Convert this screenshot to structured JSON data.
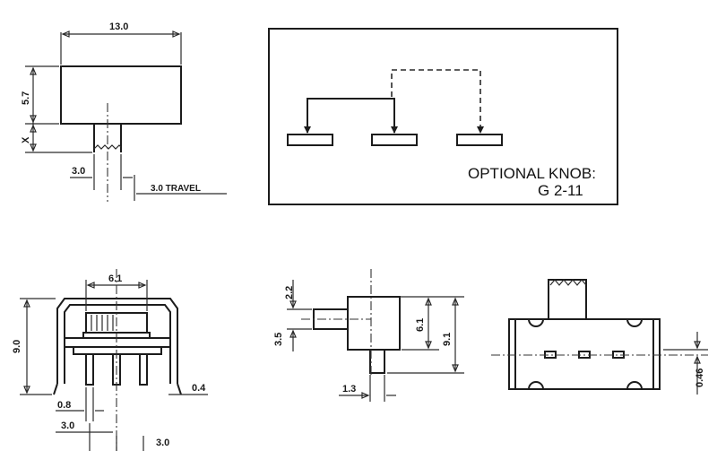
{
  "dims": {
    "width_top": "13.0",
    "height_body": "5.7",
    "x_label": "X",
    "actuator_w": "3.0",
    "travel": "3.0 TRAVEL",
    "front_w": "6.1",
    "front_h": "9.0",
    "pin_w": "0.8",
    "pitch_a": "3.0",
    "pitch_b": "3.0",
    "pin_t": "0.4",
    "side_a": "2.2",
    "side_b": "3.5",
    "side_c": "6.1",
    "side_d": "9.1",
    "side_e": "1.3",
    "offset": "0.46"
  },
  "knob": {
    "line1": "OPTIONAL KNOB:",
    "line2": "G  2-11"
  },
  "colors": {
    "ink": "#1c1c1c",
    "paper": "#ffffff"
  }
}
